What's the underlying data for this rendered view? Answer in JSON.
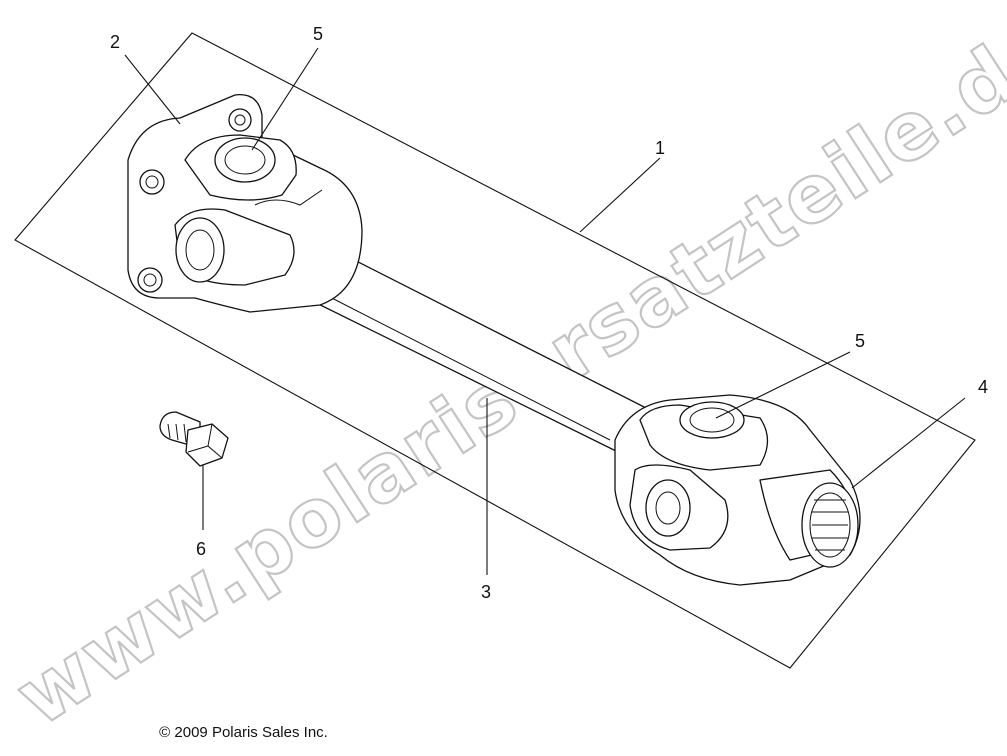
{
  "diagram": {
    "callouts": [
      "1",
      "2",
      "3",
      "4",
      "5",
      "5",
      "6"
    ],
    "watermark": "www.polarisersatzteile.de",
    "copyright_symbol": "©",
    "copyright_text": "2009 Polaris Sales Inc."
  }
}
